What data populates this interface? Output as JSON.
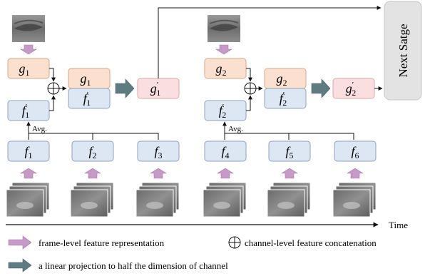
{
  "frames": [
    {
      "main": "f",
      "sub": "1"
    },
    {
      "main": "f",
      "sub": "2"
    },
    {
      "main": "f",
      "sub": "3"
    },
    {
      "main": "f",
      "sub": "4"
    },
    {
      "main": "f",
      "sub": "5"
    },
    {
      "main": "f",
      "sub": "6"
    }
  ],
  "groups": [
    {
      "g": {
        "main": "g",
        "sub": "1"
      },
      "favg": {
        "main": "f",
        "prime": "′",
        "sub": "1"
      },
      "concat_g": {
        "main": "g",
        "sub": "1"
      },
      "concat_f": {
        "main": "f",
        "prime": "′",
        "sub": "1"
      },
      "proj": {
        "main": "g",
        "prime": "′",
        "sub": "1"
      },
      "avg_label": "Avg."
    },
    {
      "g": {
        "main": "g",
        "sub": "2"
      },
      "favg": {
        "main": "f",
        "prime": "′",
        "sub": "2"
      },
      "concat_g": {
        "main": "g",
        "sub": "2"
      },
      "concat_f": {
        "main": "f",
        "prime": "′",
        "sub": "2"
      },
      "proj": {
        "main": "g",
        "prime": "′",
        "sub": "2"
      },
      "avg_label": "Avg."
    }
  ],
  "next_stage": "Next Satge",
  "time_label": "Time",
  "legend": {
    "frame_level": "frame-level feature representation",
    "concat": "channel-level feature concatenation",
    "projection": "a linear projection to half the dimension of channel"
  },
  "colors": {
    "blue_fill": "#dde6f3",
    "blue_stroke": "#8fa3bd",
    "orange_fill": "#fbe0cf",
    "orange_stroke": "#d6a788",
    "pink_fill": "#fbdfe0",
    "pink_stroke": "#d9a7aa",
    "purple_arrow": "#c69ac6",
    "teal_arrow": "#5f7b82",
    "grey_box": "#e3e3e3"
  }
}
